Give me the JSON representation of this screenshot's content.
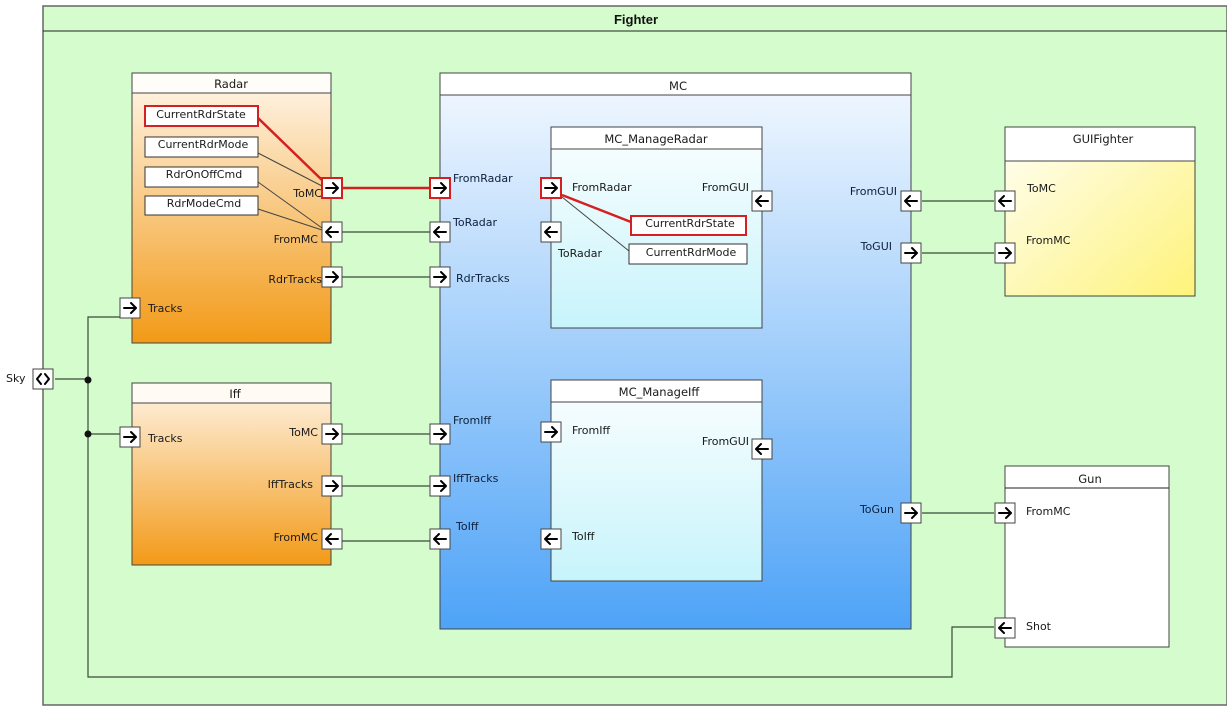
{
  "diagram": {
    "title": "Fighter",
    "boundary_port": {
      "label": "Sky",
      "icon": "bidirectional-port-icon"
    },
    "blocks": {
      "radar": {
        "title": "Radar",
        "attributes": [
          "CurrentRdrState",
          "CurrentRdrMode",
          "RdrOnOffCmd",
          "RdrModeCmd"
        ],
        "highlighted_attribute": "CurrentRdrState",
        "ports": {
          "tomc": "ToMC",
          "frommc": "FromMC",
          "rdrtracks": "RdrTracks",
          "tracks": "Tracks"
        }
      },
      "iff": {
        "title": "Iff",
        "ports": {
          "tracks": "Tracks",
          "tomc": "ToMC",
          "ifftracks": "IffTracks",
          "frommc": "FromMC"
        }
      },
      "mc": {
        "title": "MC",
        "ports": {
          "fromradar": "FromRadar",
          "toradar": "ToRadar",
          "rdrtracks": "RdrTracks",
          "fromiff": "FromIff",
          "ifftracks": "IffTracks",
          "toiff": "ToIff",
          "fromgui": "FromGUI",
          "togui": "ToGUI",
          "togun": "ToGun"
        }
      },
      "mc_manage_radar": {
        "title": "MC_ManageRadar",
        "attributes": [
          "CurrentRdrState",
          "CurrentRdrMode"
        ],
        "highlighted_attribute": "CurrentRdrState",
        "ports": {
          "fromradar": "FromRadar",
          "toradar": "ToRadar",
          "fromgui": "FromGUI"
        }
      },
      "mc_manage_iff": {
        "title": "MC_ManageIff",
        "ports": {
          "fromiff": "FromIff",
          "toiff": "ToIff",
          "fromgui": "FromGUI"
        }
      },
      "gui_fighter": {
        "title": "GUIFighter",
        "ports": {
          "tomc": "ToMC",
          "frommc": "FromMC"
        }
      },
      "gun": {
        "title": "Gun",
        "ports": {
          "frommc": "FromMC",
          "shot": "Shot"
        }
      }
    },
    "colors": {
      "background": "#d4fccc",
      "highlight": "#d42020",
      "radar_gradient": [
        "#fff6ea",
        "#f29a17"
      ],
      "mc_gradient": [
        "#f4f9ff",
        "#4ea3f7"
      ],
      "part_gradient": [
        "#fbfeff",
        "#c7f4fb"
      ],
      "gui_gradient": [
        "#fffef3",
        "#fef57a"
      ]
    }
  }
}
